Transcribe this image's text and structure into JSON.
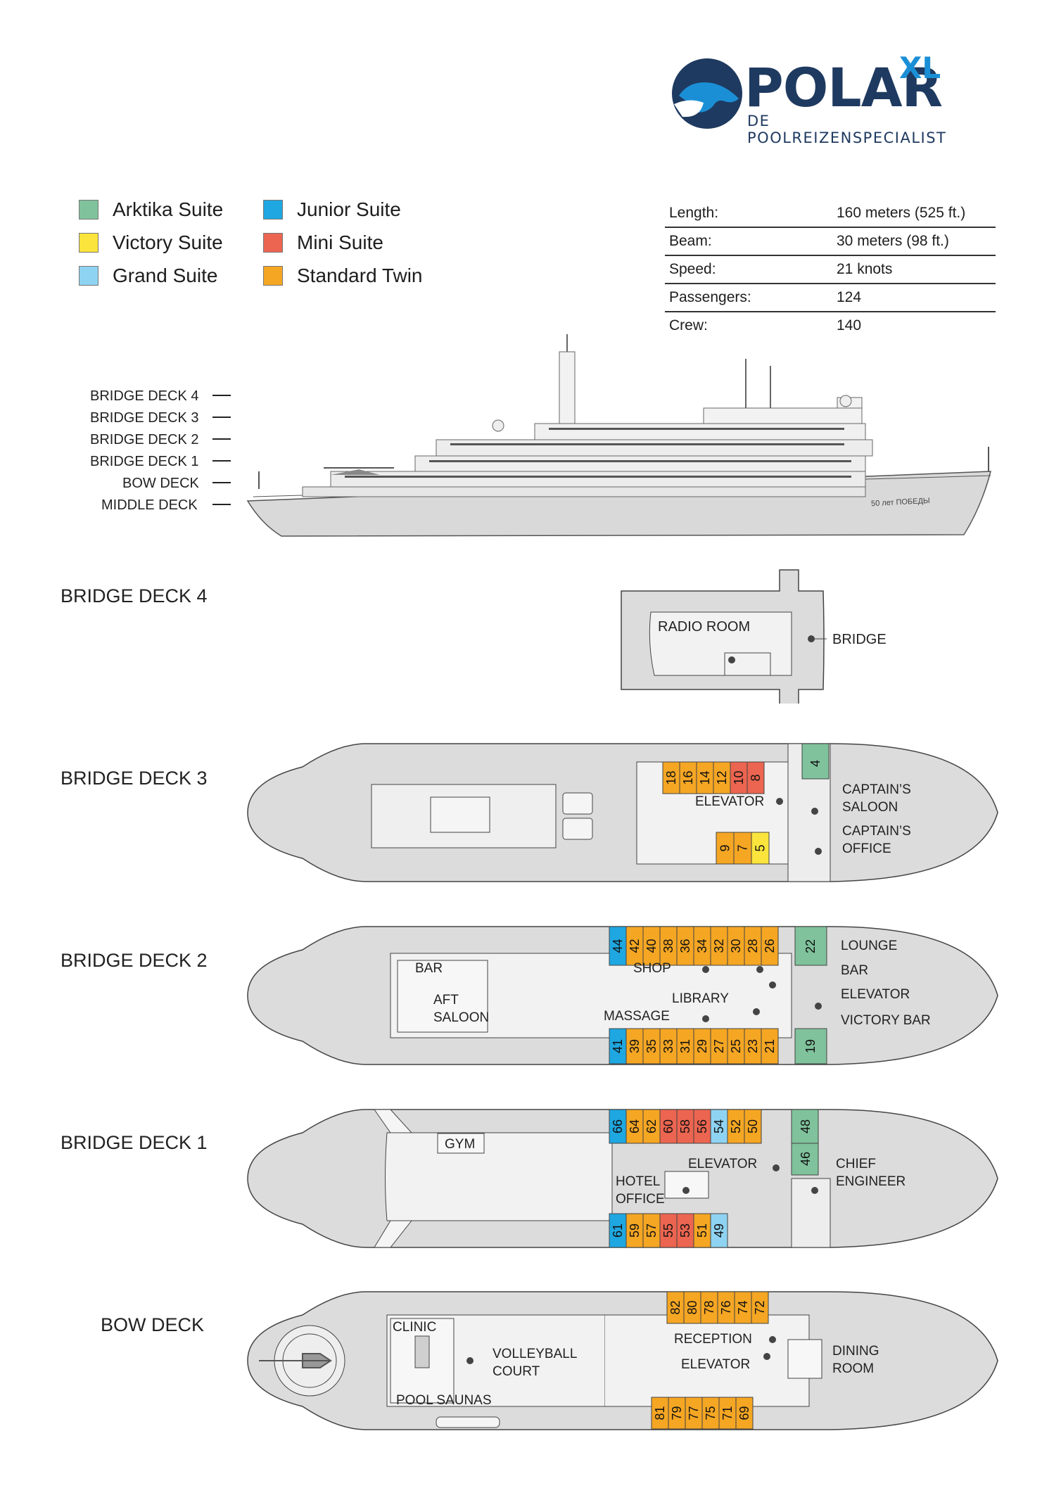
{
  "logo": {
    "name": "POLAR",
    "suffix": "XL",
    "tagline": "DE POOLREIZENSPECIALIST"
  },
  "legend": [
    {
      "label": "Arktika Suite",
      "color": "#7fc29b"
    },
    {
      "label": "Victory Suite",
      "color": "#fbe43b"
    },
    {
      "label": "Grand Suite",
      "color": "#8fd3f2"
    },
    {
      "label": "Junior Suite",
      "color": "#1ea7e1"
    },
    {
      "label": "Mini Suite",
      "color": "#ec6550"
    },
    {
      "label": "Standard Twin",
      "color": "#f5a623"
    }
  ],
  "specs": [
    {
      "key": "Length:",
      "value": "160 meters (525 ft.)"
    },
    {
      "key": "Beam:",
      "value": "30 meters (98 ft.)"
    },
    {
      "key": "Speed:",
      "value": "21 knots"
    },
    {
      "key": "Passengers:",
      "value": "124"
    },
    {
      "key": "Crew:",
      "value": "140"
    }
  ],
  "ship_name": "50 лет ПОБЕДЫ",
  "profile_decks": [
    "BRIDGE DECK 4",
    "BRIDGE DECK 3",
    "BRIDGE DECK 2",
    "BRIDGE DECK 1",
    "BOW DECK",
    "MIDDLE DECK"
  ],
  "plans": {
    "bd4": {
      "title": "BRIDGE DECK 4",
      "rooms": [
        "RADIO ROOM",
        "BRIDGE"
      ]
    },
    "bd3": {
      "title": "BRIDGE DECK 3",
      "top_cabins": [
        "18",
        "16",
        "14",
        "12",
        "10",
        "8"
      ],
      "suite_top": "4",
      "bottom_cabins": [
        "9",
        "7",
        "5"
      ],
      "labels": [
        "ELEVATOR",
        "CAPTAIN’S",
        "SALOON",
        "CAPTAIN’S",
        "OFFICE"
      ]
    },
    "bd2": {
      "title": "BRIDGE DECK 2",
      "top_cabins": [
        "44",
        "42",
        "40",
        "38",
        "36",
        "34",
        "32",
        "30",
        "28",
        "26"
      ],
      "suite_top": "22",
      "bottom_cabins": [
        "41",
        "39",
        "35",
        "33",
        "31",
        "29",
        "27",
        "25",
        "23",
        "21"
      ],
      "suite_bottom": "19",
      "labels": [
        "BAR",
        "AFT",
        "SALOON",
        "SHOP",
        "LIBRARY",
        "MASSAGE",
        "LOUNGE",
        "BAR",
        "ELEVATOR",
        "VICTORY BAR"
      ]
    },
    "bd1": {
      "title": "BRIDGE DECK 1",
      "top_cabins": [
        "66",
        "64",
        "62",
        "60",
        "58",
        "56",
        "54",
        "52",
        "50"
      ],
      "suite_top": "48",
      "suite_mid": "46",
      "bottom_cabins": [
        "61",
        "59",
        "57",
        "55",
        "53",
        "51",
        "49"
      ],
      "labels": [
        "GYM",
        "ELEVATOR",
        "HOTEL",
        "OFFICE",
        "CHIEF",
        "ENGINEER"
      ]
    },
    "bow": {
      "title": "BOW DECK",
      "top_cabins": [
        "82",
        "80",
        "78",
        "76",
        "74",
        "72"
      ],
      "bottom_cabins": [
        "81",
        "79",
        "77",
        "75",
        "71",
        "69"
      ],
      "labels": [
        "CLINIC",
        "VOLLEYBALL",
        "COURT",
        "POOL SAUNAS",
        "RECEPTION",
        "ELEVATOR",
        "DINING",
        "ROOM"
      ]
    }
  }
}
